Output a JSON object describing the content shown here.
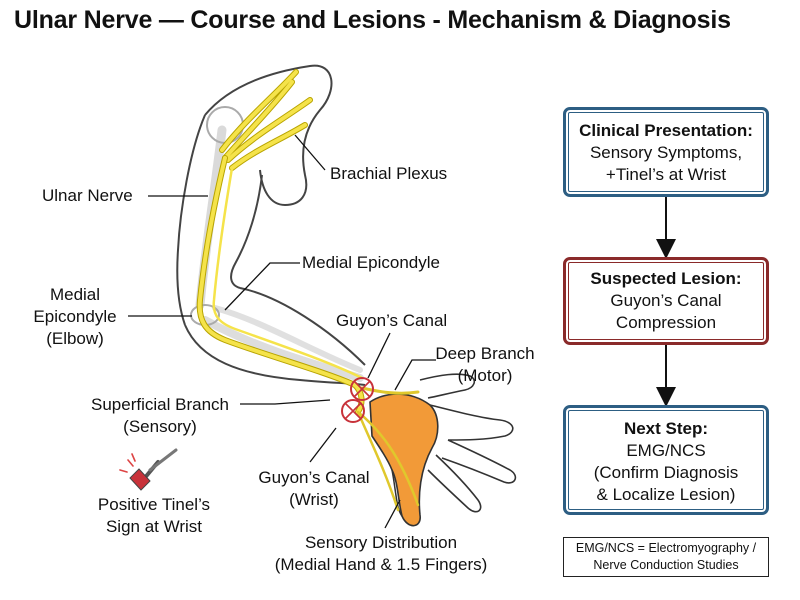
{
  "title": "Ulnar Nerve — Course and Lesions - Mechanism & Diagnosis",
  "labels": {
    "brachial_plexus": "Brachial Plexus",
    "ulnar_nerve": "Ulnar Nerve",
    "medial_epicondyle": "Medial Epicondyle",
    "medial_epicondyle_elbow": [
      "Medial",
      "Epicondyle",
      "(Elbow)"
    ],
    "guyons_canal_top": "Guyon’s Canal",
    "deep_branch": [
      "Deep Branch",
      "(Motor)"
    ],
    "superficial_branch": [
      "Superficial Branch",
      "(Sensory)"
    ],
    "guyons_canal_wrist": [
      "Guyon’s Canal",
      "(Wrist)"
    ],
    "tinel": [
      "Positive Tinel’s",
      "Sign at Wrist"
    ],
    "sensory_distribution": [
      "Sensory Distribution",
      "(Medial Hand & 1.5 Fingers)"
    ]
  },
  "flow": {
    "step1": {
      "title": "Clinical Presentation:",
      "lines": [
        "Sensory Symptoms,",
        "+Tinel’s at Wrist"
      ]
    },
    "step2": {
      "title": "Suspected Lesion:",
      "lines": [
        "Guyon’s Canal",
        "Compression"
      ]
    },
    "step3": {
      "title": "Next Step:",
      "lines": [
        "EMG/NCS",
        "(Confirm Diagnosis",
        "& Localize Lesion)"
      ]
    }
  },
  "note": [
    "EMG/NCS = Electromyography /",
    "Nerve Conduction Studies"
  ],
  "colors": {
    "nerve": "#f5e34a",
    "sensory_area": "#f29a38",
    "lesion_circle": "#c8323a",
    "box_blue": "#2d5e83",
    "box_red": "#8a2a2a"
  }
}
